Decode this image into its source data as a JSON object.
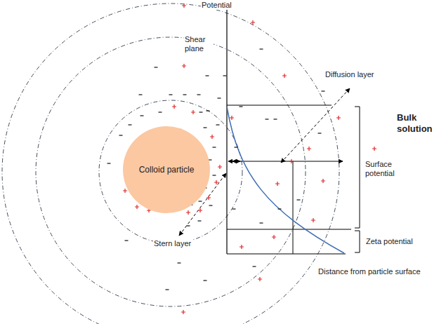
{
  "diagram": {
    "nodes": [
      {
        "text": [
          "Colloid particle"
        ]
      }
    ],
    "labels": [
      "Potential",
      "Shear plane",
      "Diffusion layer",
      "Bulk solution",
      "Surface potential",
      "Stern layer",
      "Zeta potential",
      "Distance from particle surface"
    ]
  }
}
